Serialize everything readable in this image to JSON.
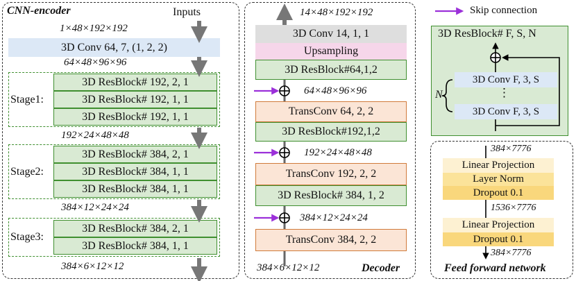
{
  "encoder": {
    "title": "CNN-encoder",
    "inputs_label": "Inputs",
    "dim_input": "1×48×192×192",
    "stem": "3D Conv 64, 7, (1, 2, 2)",
    "dim_after_stem": "64×48×96×96",
    "stage1": {
      "label": "Stage1:",
      "blocks": [
        "3D ResBlock# 192, 2, 1",
        "3D ResBlock# 192, 1, 1",
        "3D ResBlock# 192, 1, 1"
      ]
    },
    "dim_after_stage1": "192×24×48×48",
    "stage2": {
      "label": "Stage2:",
      "blocks": [
        "3D ResBlock# 384, 2, 1",
        "3D ResBlock# 384, 1, 1",
        "3D ResBlock# 384, 1, 1"
      ]
    },
    "dim_after_stage2": "384×12×24×24",
    "stage3": {
      "label": "Stage3:",
      "blocks": [
        "3D ResBlock# 384, 2, 1",
        "3D ResBlock# 384, 1, 1"
      ]
    },
    "dim_output": "384×6×12×12"
  },
  "decoder": {
    "title": "Decoder",
    "dim_output": "14×48×192×192",
    "conv": "3D Conv 14, 1, 1",
    "upsampling": "Upsampling",
    "res_top": "3D ResBlock#64,1,2",
    "dim_skip1": "64×48×96×96",
    "trans1": "TransConv 64, 2, 2",
    "res_mid": "3D ResBlock#192,1,2",
    "dim_skip2": "192×24×48×48",
    "trans2": "TransConv 192, 2, 2",
    "res_low": "3D ResBlock# 384, 1, 2",
    "dim_skip3": "384×12×24×24",
    "trans3": "TransConv 384, 2, 2",
    "dim_input": "384×6×12×12"
  },
  "legend": {
    "skip_label": "Skip connection",
    "skip_color": "#9b30d9"
  },
  "resblock": {
    "title": "3D ResBlock# F, S, N",
    "conv1": "3D Conv F, 3, S",
    "dots": "⋮",
    "conv2": "3D Conv F, 3, S",
    "n_label": "N"
  },
  "ffn": {
    "title": "Feed forward network",
    "dim_in": "384×7776",
    "linear1": "Linear Projection",
    "layernorm": "Layer Norm",
    "dropout1": "Dropout 0.1",
    "dim_mid": "1536×7776",
    "linear2": "Linear Projection",
    "dropout2": "Dropout 0.1",
    "dim_out": "384×7776"
  }
}
